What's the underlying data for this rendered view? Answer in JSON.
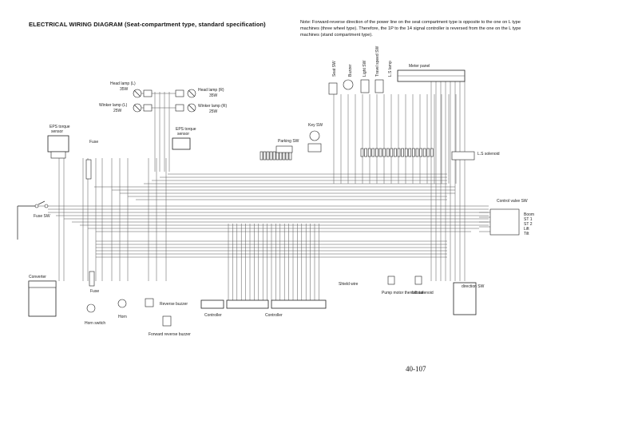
{
  "header": {
    "title": "ELECTRICAL WIRING DIAGRAM (Seat-compartment type, standard specification)",
    "note": "Note: Forward-reverse direction of the power line on the seat compartment type is opposite to the one on L type machines (three wheel type). Therefore, the 1P to the 14 signal controller is reversed from the one on the L type machines (stand compartment type)."
  },
  "labels": {
    "head_lamp_l": "Head lamp (L)",
    "head_lamp_l_w": "35W",
    "head_lamp_r": "Head lamp (R)",
    "head_lamp_r_w": "35W",
    "winker_lamp_l": "Winker lamp (L)",
    "winker_lamp_l_w": "25W",
    "winker_lamp_r": "Winker lamp (R)",
    "winker_lamp_r_w": "25W",
    "eps_torque_top": "EPS torque",
    "eps_torque_top2": "sensor",
    "eps_torque_mid": "EPS torque",
    "eps_torque_mid2": "sensor",
    "fuse_top": "Fuse",
    "fuse_bottom": "Fuse",
    "fuse_sw": "Fuse SW",
    "key_sw": "Key SW",
    "parking_sw": "Parking SW",
    "meter_panel": "Meter panel",
    "ls_solenoid": "L.S solenoid",
    "control_valve_sw": "Control valve SW",
    "boom": "Boom",
    "st1": "ST 1",
    "st2": "ST 2",
    "lift": "Lift",
    "tilt": "Tilt",
    "converter": "Converter",
    "horn": "Horn",
    "horn_switch": "Horn switch",
    "reverse_buzzer": "Reverse buzzer",
    "forward_reverse_buzzer": "Forward reverse buzzer",
    "controller_small": "Controller",
    "controller_main": "Controller",
    "shield_wire": "Shield wire",
    "pump_motor": "Pump motor thermostat",
    "lift_solenoid": "Lift solenoid",
    "direction_sw": "direction SW",
    "seat_sw": "Seat SW",
    "buzzer": "Buzzer",
    "light_sw": "Light SW",
    "travel_speed_sw": "Travel speed SW",
    "ls_lamp": "L.S lamp"
  },
  "footer": {
    "page_number": "40-107"
  }
}
